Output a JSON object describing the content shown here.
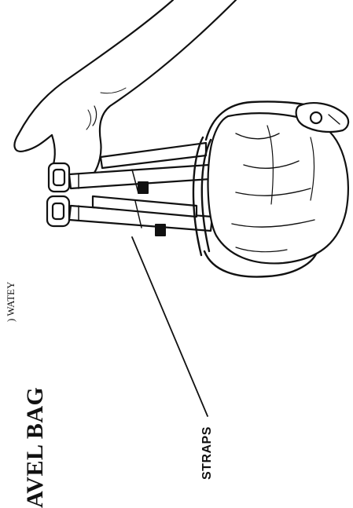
{
  "figure": {
    "title": "AVEL BAG",
    "subtitle": ") WATEY",
    "callout_label": "STRAPS"
  },
  "icons": {
    "illustration": "hand-carrying-bag-by-straps-drawing"
  }
}
